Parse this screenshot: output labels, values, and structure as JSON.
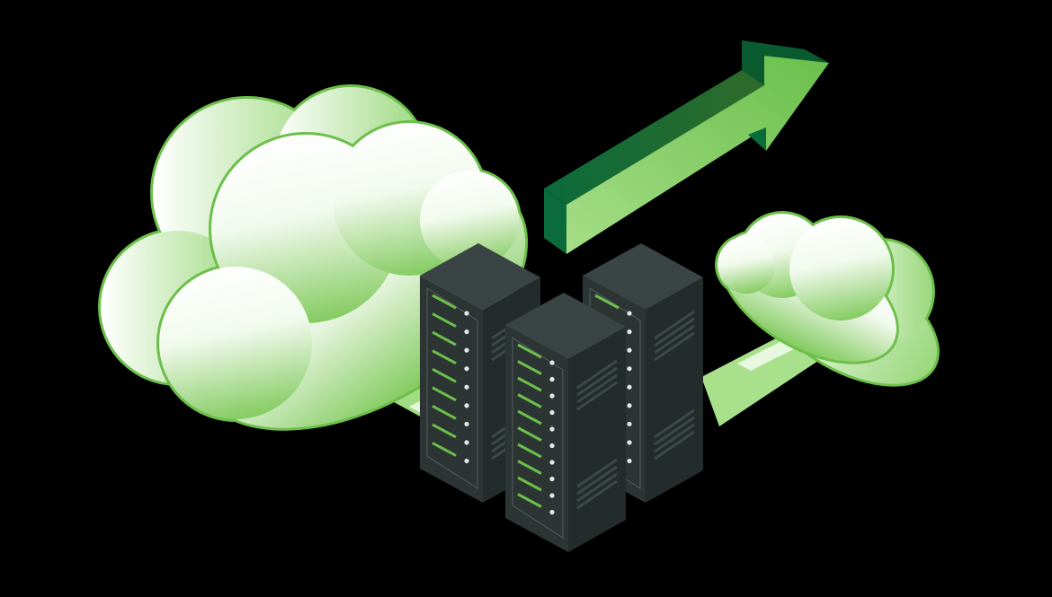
{
  "colors": {
    "background": "#000000",
    "cloud_stroke": "#6cbf4a",
    "cloud_light": "#ffffff",
    "cloud_green": "#8fd06c",
    "arrow_light": "#8fd06c",
    "arrow_mid": "#6abf4b",
    "arrow_dark": "#0b6b3a",
    "arrow_darker": "#0a4f2a",
    "rack_top": "#3a4444",
    "rack_left": "#2c3434",
    "rack_right": "#232b2b",
    "slot_green": "#6cbf4a",
    "path_green": "#a8e08c",
    "path_stripe": "#e8f7e0"
  },
  "racks": [
    {
      "name": "left",
      "slots": 9
    },
    {
      "name": "right",
      "slots": 9
    },
    {
      "name": "front",
      "slots": 10
    }
  ]
}
